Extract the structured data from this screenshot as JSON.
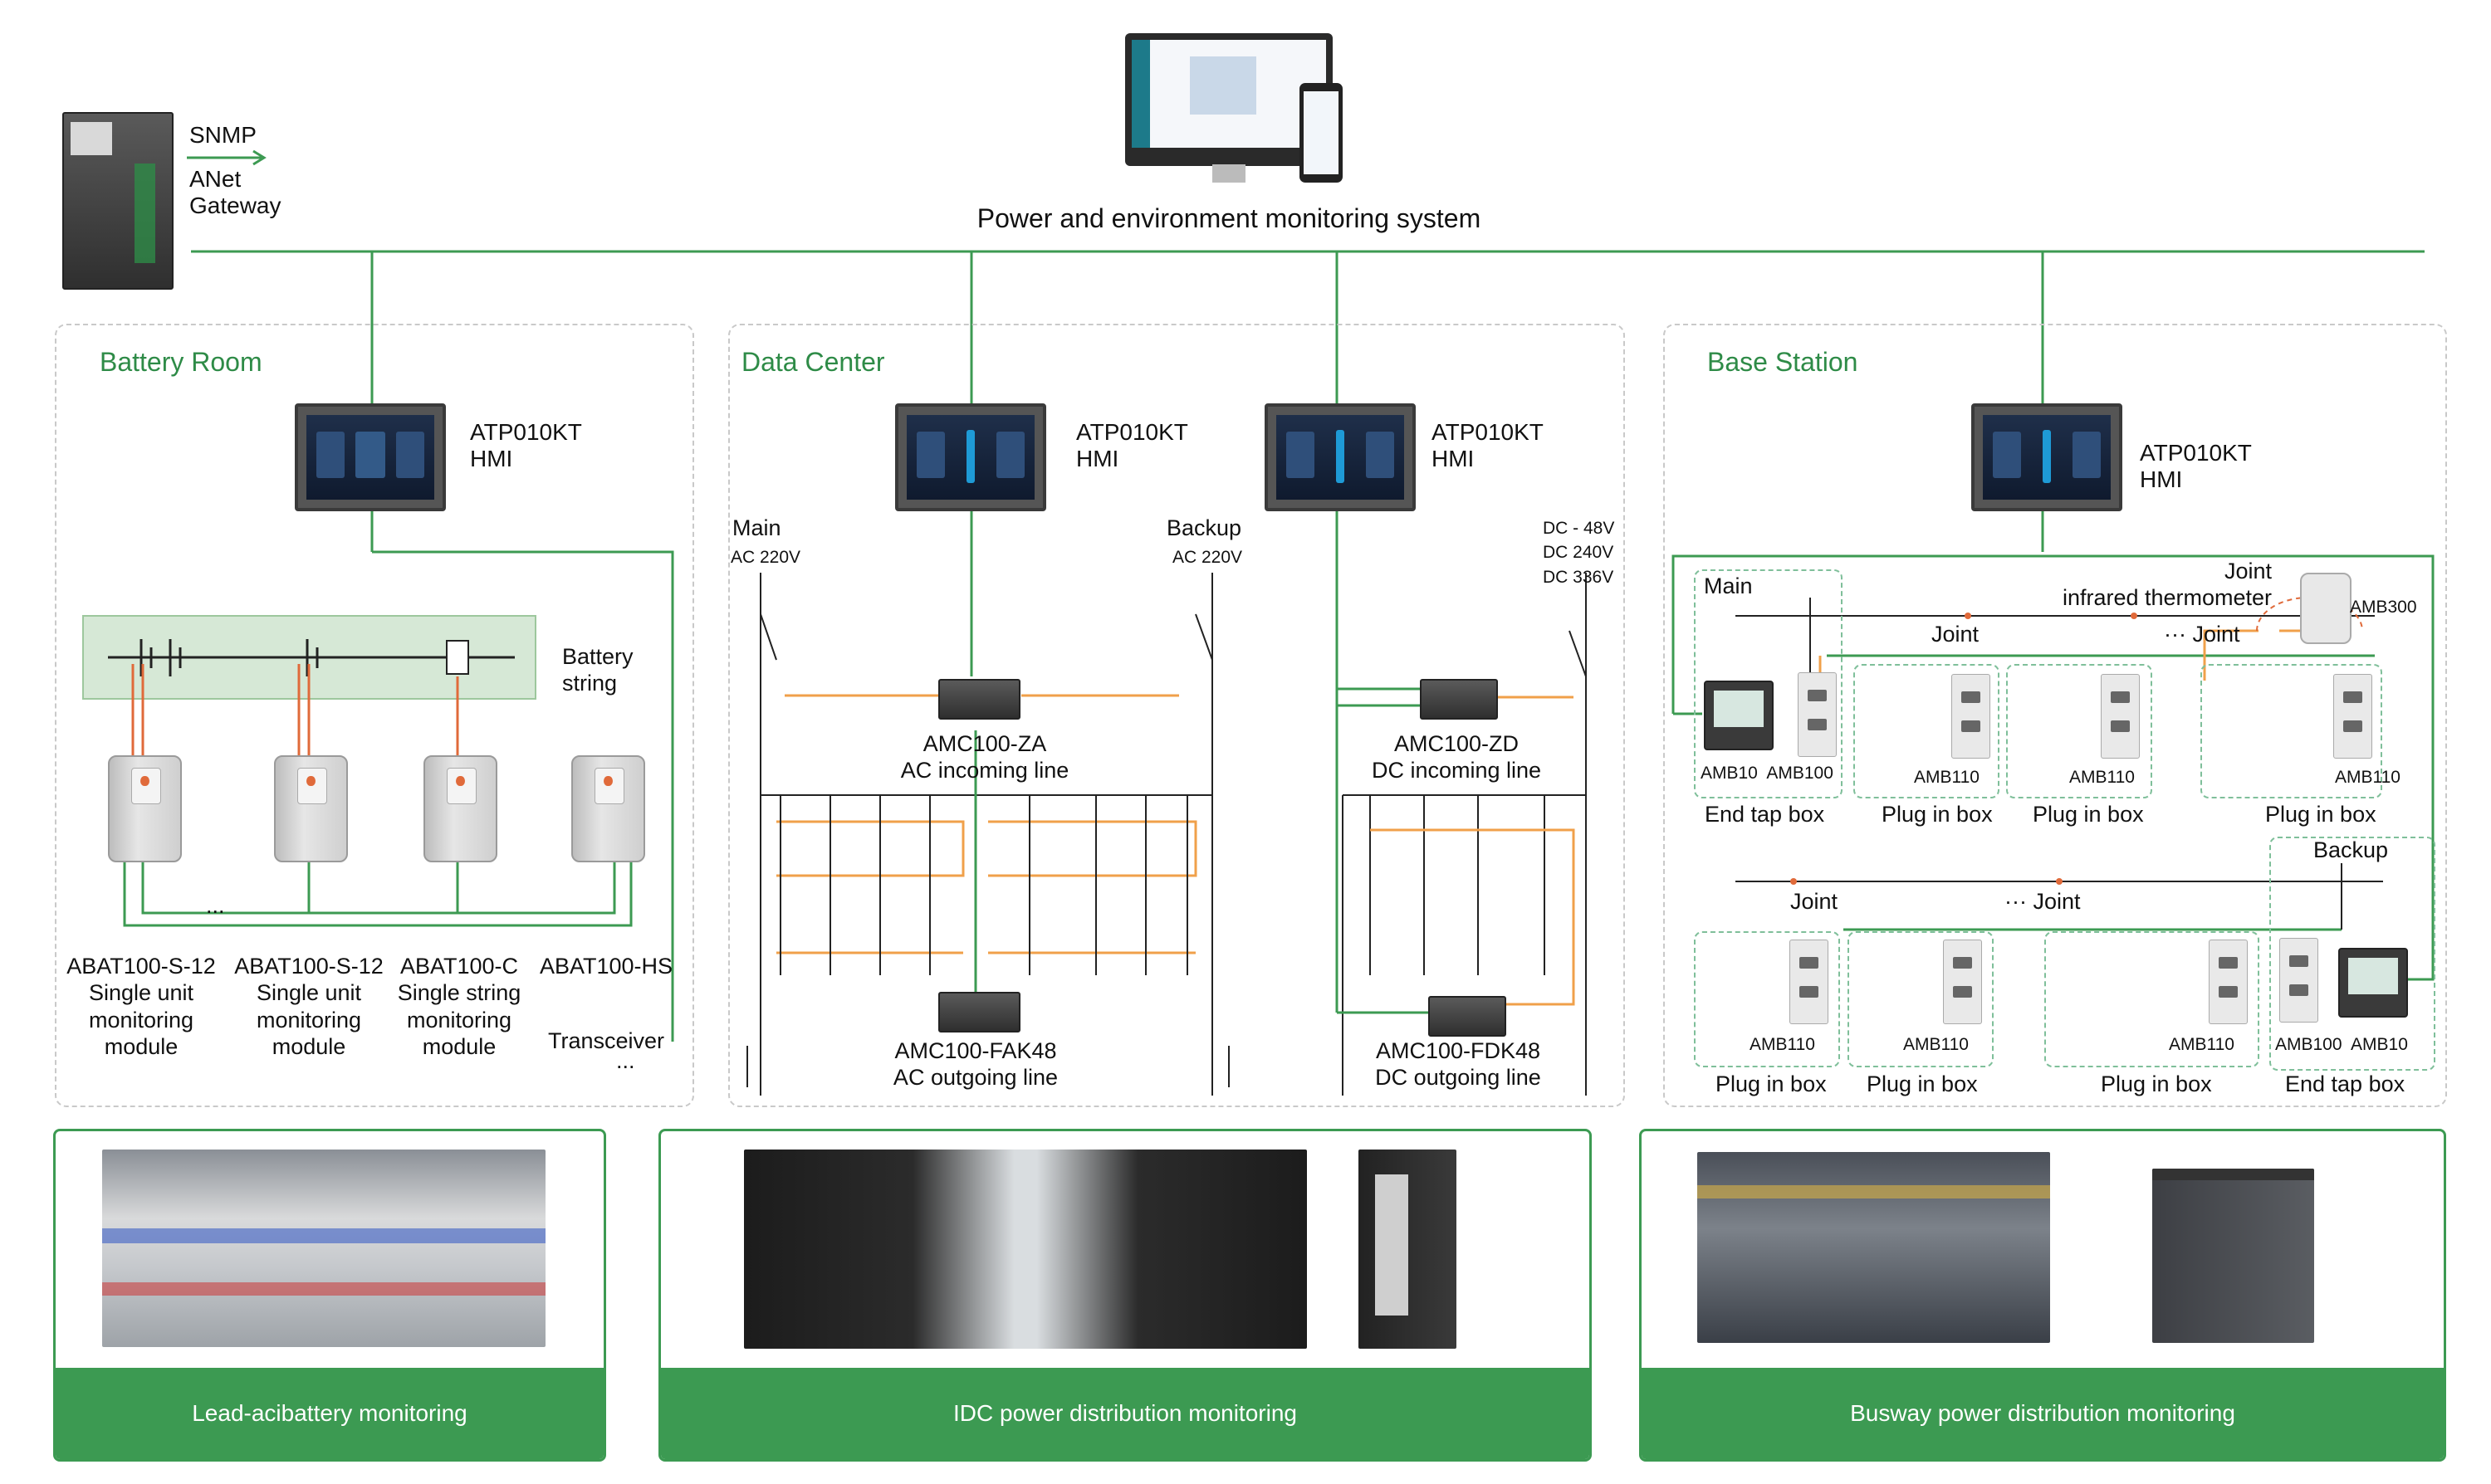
{
  "top": {
    "system_title": "Power and environment monitoring system",
    "gateway_protocol": "SNMP",
    "gateway_name": "ANet\nGateway"
  },
  "sections": {
    "battery_room": {
      "title": "Battery Room",
      "hmi_label": "ATP010KT\nHMI",
      "battery_string": "Battery\nstring",
      "modules": [
        {
          "label": "ABAT100-S-12\nSingle unit\nmonitoring\nmodule"
        },
        {
          "label": "ABAT100-S-12\nSingle unit\nmonitoring\nmodule"
        },
        {
          "label": "ABAT100-C\nSingle string\nmonitoring\nmodule"
        },
        {
          "label": "ABAT100-HS"
        }
      ],
      "transceiver": "Transceiver",
      "ellipsis": "..."
    },
    "data_center": {
      "title": "Data Center",
      "hmi_label_1": "ATP010KT\nHMI",
      "hmi_label_2": "ATP010KT\nHMI",
      "main_label": "Main",
      "main_voltage": "AC 220V",
      "backup_label": "Backup",
      "backup_voltage": "AC 220V",
      "dc_voltages": "DC - 48V\nDC 240V\nDC 336V",
      "amc_za": "AMC100-ZA\nAC incoming line",
      "amc_zd": "AMC100-ZD\nDC incoming line",
      "amc_fak": "AMC100-FAK48\nAC outgoing line",
      "amc_fdk": "AMC100-FDK48\nDC outgoing line"
    },
    "base_station": {
      "title": "Base Station",
      "hmi_label": "ATP010KT\nHMI",
      "main_label": "Main",
      "backup_label": "Backup",
      "joint": "Joint",
      "joint_dots": "··· Joint",
      "thermometer": "Joint\ninfrared thermometer",
      "amb300": "AMB300",
      "top_row": {
        "end_tap_models": "AMB10  AMB100",
        "amb110": "AMB110",
        "end_tap_box": "End tap box",
        "plug_in_box": "Plug in box"
      },
      "bottom_row": {
        "end_tap_models": "AMB100  AMB10",
        "amb110": "AMB110",
        "end_tap_box": "End tap box",
        "plug_in_box": "Plug in box"
      }
    }
  },
  "panels": [
    {
      "caption": "Lead-acibattery monitoring"
    },
    {
      "caption": "IDC power distribution monitoring"
    },
    {
      "caption": "Busway power distribution monitoring"
    }
  ],
  "colors": {
    "green": "#2e8b47",
    "orange": "#f0a04a",
    "line": "#3c9a52"
  }
}
